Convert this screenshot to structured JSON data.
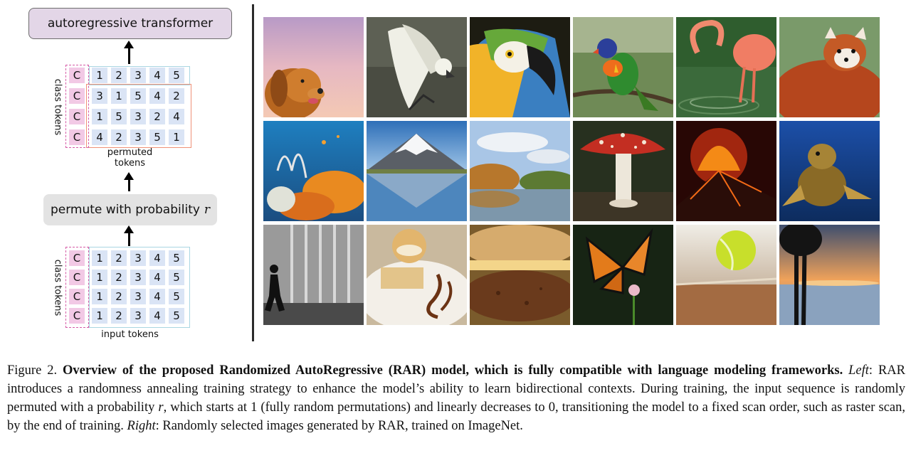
{
  "diagram": {
    "transformer_label": "autoregressive transformer",
    "permute_label": "permute with probability",
    "permute_symbol": "r",
    "class_token_symbol": "C",
    "class_tokens_label": "class tokens",
    "permuted_label_line1": "permuted",
    "permuted_label_line2": "tokens",
    "input_tokens_label": "input tokens",
    "top_rows": [
      [
        "1",
        "2",
        "3",
        "4",
        "5"
      ],
      [
        "3",
        "1",
        "5",
        "4",
        "2"
      ],
      [
        "1",
        "5",
        "3",
        "2",
        "4"
      ],
      [
        "4",
        "2",
        "3",
        "5",
        "1"
      ]
    ],
    "bottom_rows": [
      [
        "1",
        "2",
        "3",
        "4",
        "5"
      ],
      [
        "1",
        "2",
        "3",
        "4",
        "5"
      ],
      [
        "1",
        "2",
        "3",
        "4",
        "5"
      ],
      [
        "1",
        "2",
        "3",
        "4",
        "5"
      ]
    ],
    "colors": {
      "transformer_fill": "#e3d6e7",
      "permute_fill": "#e3e3e3",
      "number_token": "#dae4f5",
      "class_token": "#f2c9e5",
      "raster_frame": "#a9d6e2",
      "permuted_frame": "#ef9178",
      "class_frame": "#d55aa6"
    }
  },
  "images": [
    "golden-retriever",
    "cockatoo",
    "macaw",
    "lorikeet",
    "flamingo",
    "red-panda",
    "coral-reef",
    "snowy-volcano",
    "autumn-lake",
    "fly-agaric-mushroom",
    "erupting-volcano",
    "sea-turtle",
    "fountain-silhouette",
    "ice-cream-dessert",
    "cheeseburger",
    "monarch-butterfly",
    "tennis-ball",
    "sunset-lake"
  ],
  "caption": {
    "figure_label": "Figure 2.",
    "bold_title": "Overview of the proposed Randomized AutoRegressive (RAR) model, which is fully compatible with language modeling frameworks.",
    "left_label": "Left",
    "left_text_1": ": RAR introduces a randomness annealing training strategy to enhance the model’s ability to learn bidirectional contexts. During training, the input sequence is randomly permuted with a probability ",
    "r_symbol": "r",
    "left_text_2": ", which starts at 1 (fully random permutations) and linearly decreases to 0, transitioning the model to a fixed scan order, such as raster scan, by the end of training. ",
    "right_label": "Right",
    "right_text": ": Randomly selected images generated by RAR, trained on ImageNet."
  }
}
